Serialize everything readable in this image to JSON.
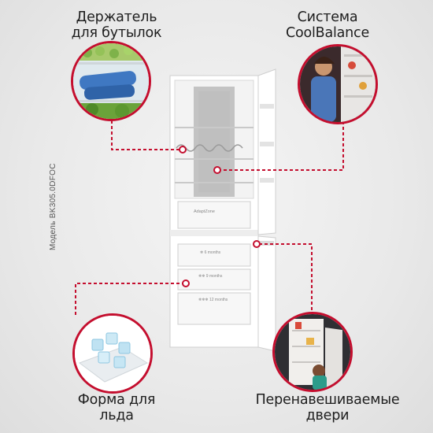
{
  "labels": {
    "bottle_holder": [
      "Держатель",
      "для бутылок"
    ],
    "coolbalance": [
      "Система",
      "CoolBalance"
    ],
    "ice_tray": [
      "Форма для",
      "льда"
    ],
    "reversible_doors": [
      "Перенавешиваемые",
      "двери"
    ]
  },
  "model": "Модель BK305.0DFOC",
  "fridge": {
    "adapt_zone": "AdaptZone",
    "drawer_1": "❄ 6 months",
    "drawer_2": "❄❄ 9 months",
    "drawer_3": "❄❄❄ 12 months"
  },
  "colors": {
    "accent": "#c40e2e",
    "background": "#e9e9e9"
  }
}
